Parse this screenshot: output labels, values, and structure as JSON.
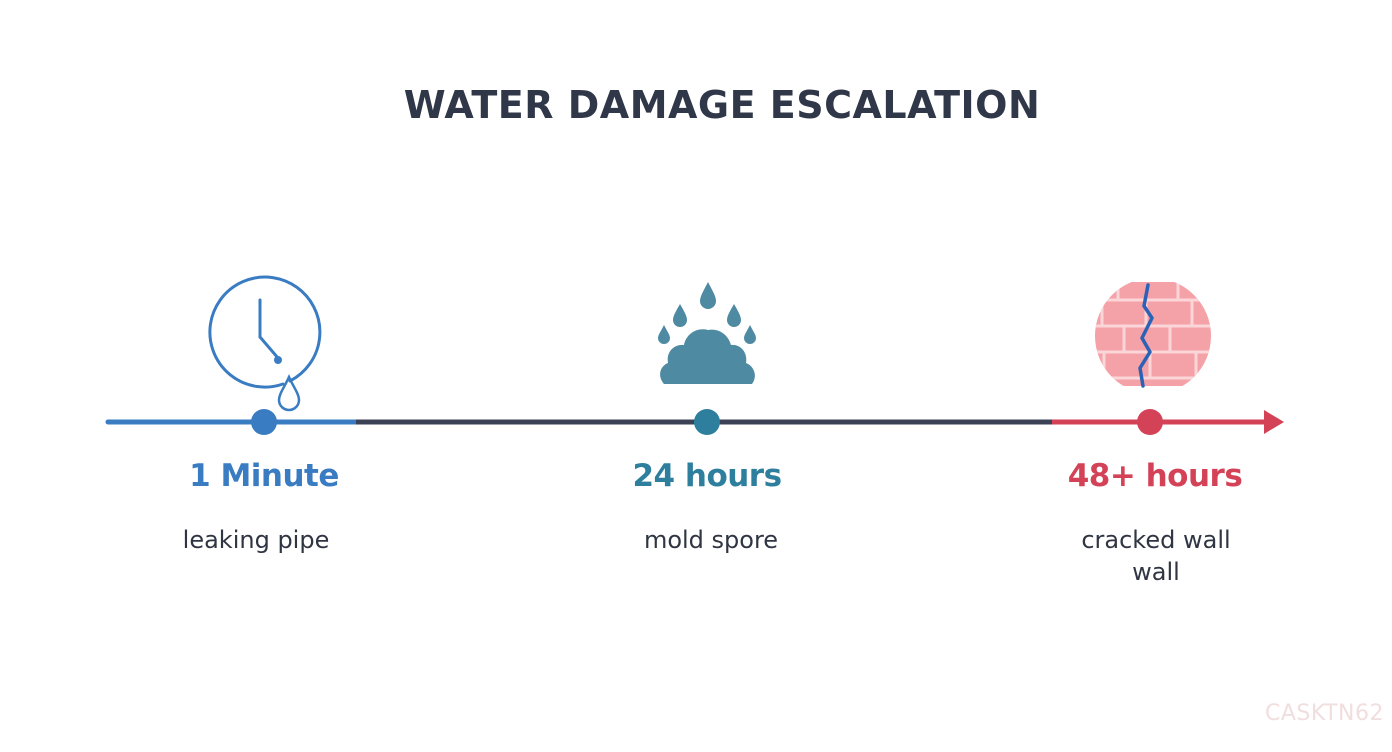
{
  "title": "WATER DAMAGE ESCALATION",
  "stages": [
    {
      "time": "1 Minute",
      "description": "leaking pipe",
      "icon": "clock-water-drop-icon",
      "color": "#3a7cc2"
    },
    {
      "time": "24 hours",
      "description": "mold spore",
      "icon": "mold-spore-icon",
      "color": "#2e7f9e"
    },
    {
      "time": "48+ hours",
      "description": "cracked wall\nwall",
      "icon": "cracked-brick-wall-icon",
      "color": "#d34257"
    }
  ],
  "colors": {
    "title": "#2f3748",
    "line_start": "#3a7cc2",
    "line_middle": "#3b4256",
    "line_end": "#d34257",
    "mold": "#4f8aa3",
    "brick": "#f4a1a7",
    "crack": "#2b62b6"
  },
  "watermark": "CASKTN62"
}
